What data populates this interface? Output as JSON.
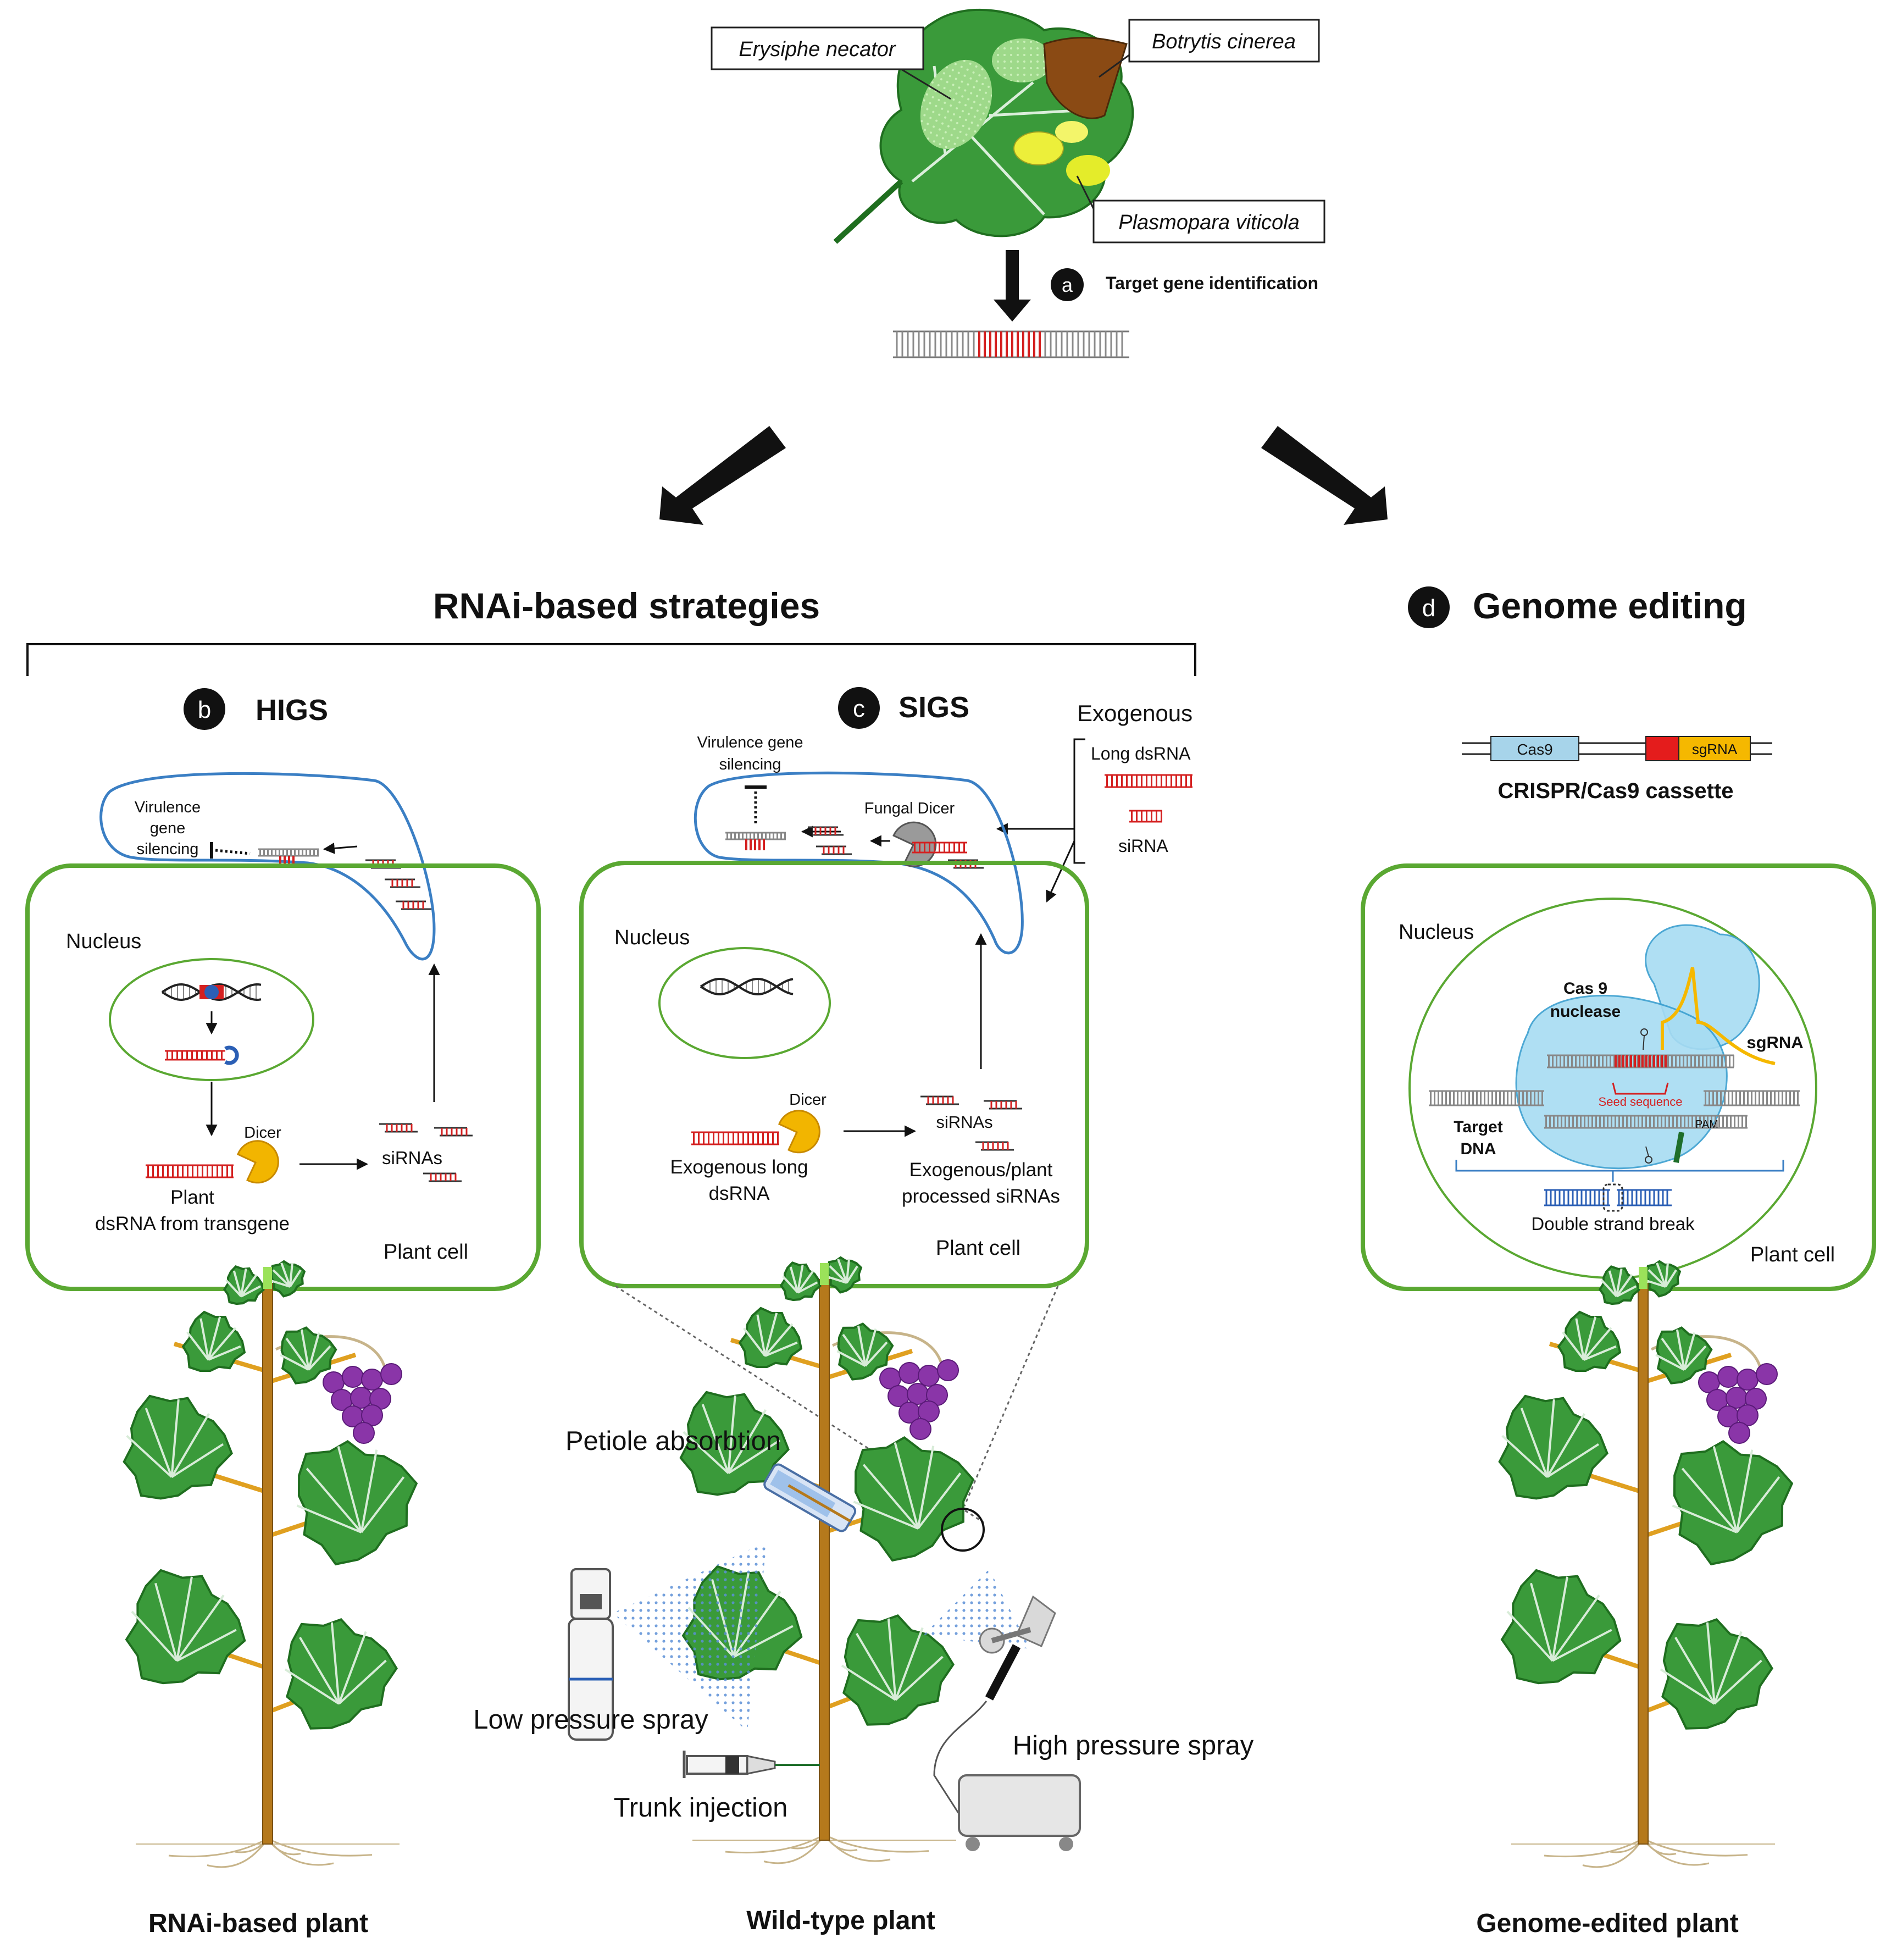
{
  "pathogens": {
    "erysiphe": "Erysiphe necator",
    "botrytis": "Botrytis cinerea",
    "plasmopara": "Plasmopara viticola"
  },
  "step_a": {
    "badge": "a",
    "label": "Target gene identification"
  },
  "rnai": {
    "title": "RNAi-based strategies"
  },
  "genome": {
    "badge": "d",
    "title": "Genome editing"
  },
  "higs": {
    "badge": "b",
    "title": "HIGS",
    "virulence_line1": "Virulence",
    "virulence_line2": "gene",
    "virulence_line3": "silencing",
    "nucleus": "Nucleus",
    "dicer": "Dicer",
    "sirnas": "siRNAs",
    "plant_line1": "Plant",
    "plant_line2": "dsRNA from transgene",
    "plant_cell": "Plant cell"
  },
  "sigs": {
    "badge": "c",
    "title": "SIGS",
    "virulence_line1": "Virulence gene",
    "virulence_line2": "silencing",
    "fungal_dicer": "Fungal Dicer",
    "exogenous": "Exogenous",
    "long_dsrna": "Long dsRNA",
    "sirna": "siRNA",
    "nucleus": "Nucleus",
    "dicer": "Dicer",
    "sirnas": "siRNAs",
    "exo_line1": "Exogenous long",
    "exo_line2": "dsRNA",
    "proc_line1": "Exogenous/plant",
    "proc_line2": "processed siRNAs",
    "plant_cell": "Plant cell"
  },
  "crispr": {
    "cas9": "Cas9",
    "sgrna": "sgRNA",
    "cassette": "CRISPR/Cas9 cassette",
    "nucleus": "Nucleus",
    "nuclease_line1": "Cas 9",
    "nuclease_line2": "nuclease",
    "sgrna_label": "sgRNA",
    "seed": "Seed sequence",
    "pam": "PAM",
    "target_line1": "Target",
    "target_line2": "DNA",
    "dsb": "Double strand break",
    "plant_cell": "Plant cell"
  },
  "delivery": {
    "petiole": "Petiole absorbtion",
    "low_spray": "Low pressure spray",
    "high_spray": "High pressure spray",
    "trunk": "Trunk injection"
  },
  "plants": {
    "rnai": "RNAi-based plant",
    "wild": "Wild-type plant",
    "edited": "Genome-edited plant"
  },
  "colors": {
    "cell_border": "#5aa832",
    "fungus_border": "#3b7fc4",
    "dsrna": "#d42020",
    "dicer": "#f2b500",
    "leaf": "#3a9a3a",
    "trunk": "#b5791c",
    "grape": "#8a35a8",
    "cas_blue": "#a7dcf2"
  }
}
